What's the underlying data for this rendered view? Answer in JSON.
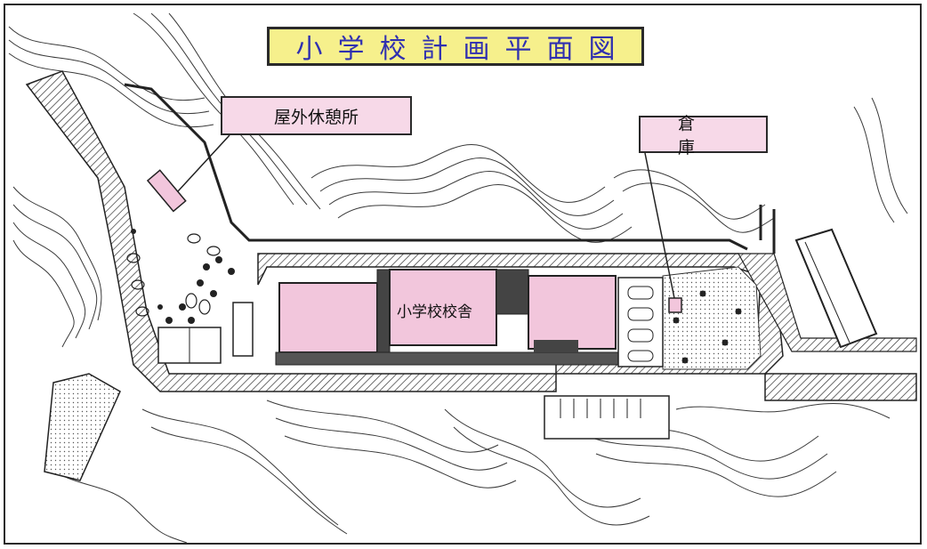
{
  "title": "小学校計画平面図",
  "labels": {
    "rest_area": "屋外休憩所",
    "storehouse": "倉庫",
    "school_building": "小学校校舎"
  },
  "colors": {
    "building_fill": "#f2c6dc",
    "label_fill": "#f7d9e8",
    "title_fill": "#f6f08c",
    "title_text": "#3030b0",
    "contour": "#3a3a3a"
  }
}
